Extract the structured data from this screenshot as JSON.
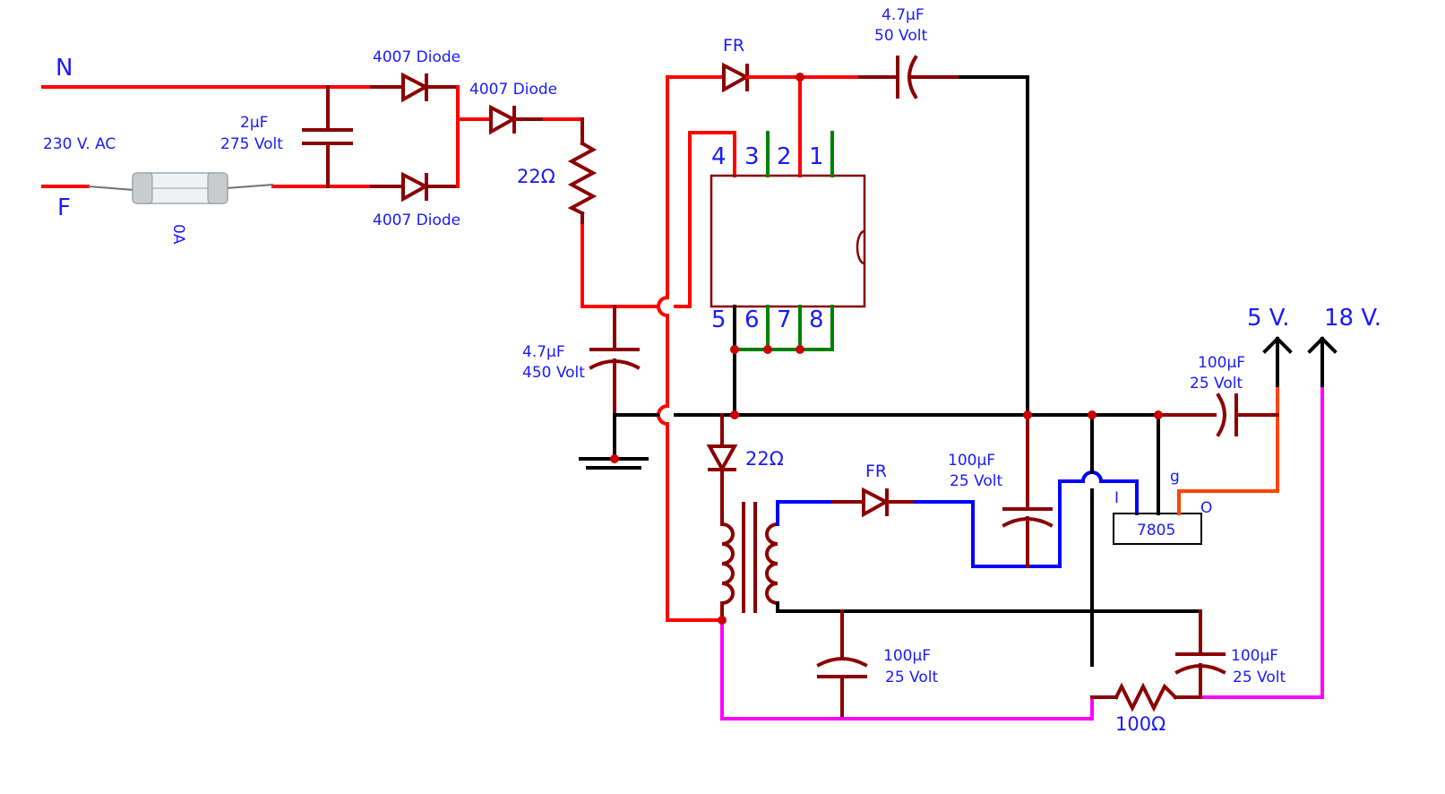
{
  "labels": {
    "n": "N",
    "f": "F",
    "ac_input": "230 V. AC",
    "fuse_rating": "0A",
    "cap_x": [
      "2µF",
      "275 Volt"
    ],
    "diode_top": "4007 Diode",
    "diode_bottom": "4007 Diode",
    "diode_series": "4007 Diode",
    "res_input": "22Ω",
    "cap_bulk": [
      "4.7µF",
      "450 Volt"
    ],
    "diode_fr_top": "FR",
    "cap_snubber": [
      "4.7µF",
      "50 Volt"
    ],
    "diode_aux": "22Ω",
    "diode_fr_out": "FR",
    "cap_out1": [
      "100µF",
      "25 Volt"
    ],
    "cap_out2": [
      "100µF",
      "25 Volt"
    ],
    "cap_out3": [
      "100µF",
      "25 Volt"
    ],
    "cap_5v": [
      "100µF",
      "25 Volt"
    ],
    "res_out": "100Ω",
    "reg_name": "7805",
    "reg_in": "I",
    "reg_gnd": "g",
    "reg_out": "O",
    "out_5v": "5 V.",
    "out_18v": "18 V.",
    "ic_pins_top": [
      "4",
      "3",
      "2",
      "1"
    ],
    "ic_pins_bottom": [
      "5",
      "6",
      "7",
      "8"
    ]
  },
  "colors": {
    "primary_wire": "#ff0000",
    "component": "#8b0000",
    "ground": "#000000",
    "secondary_5v": "#0000ff",
    "secondary_18v": "#ff00ff",
    "ic_pins": "#008000",
    "reg_output": "#ff4500",
    "label_text": "#1a1aff"
  }
}
